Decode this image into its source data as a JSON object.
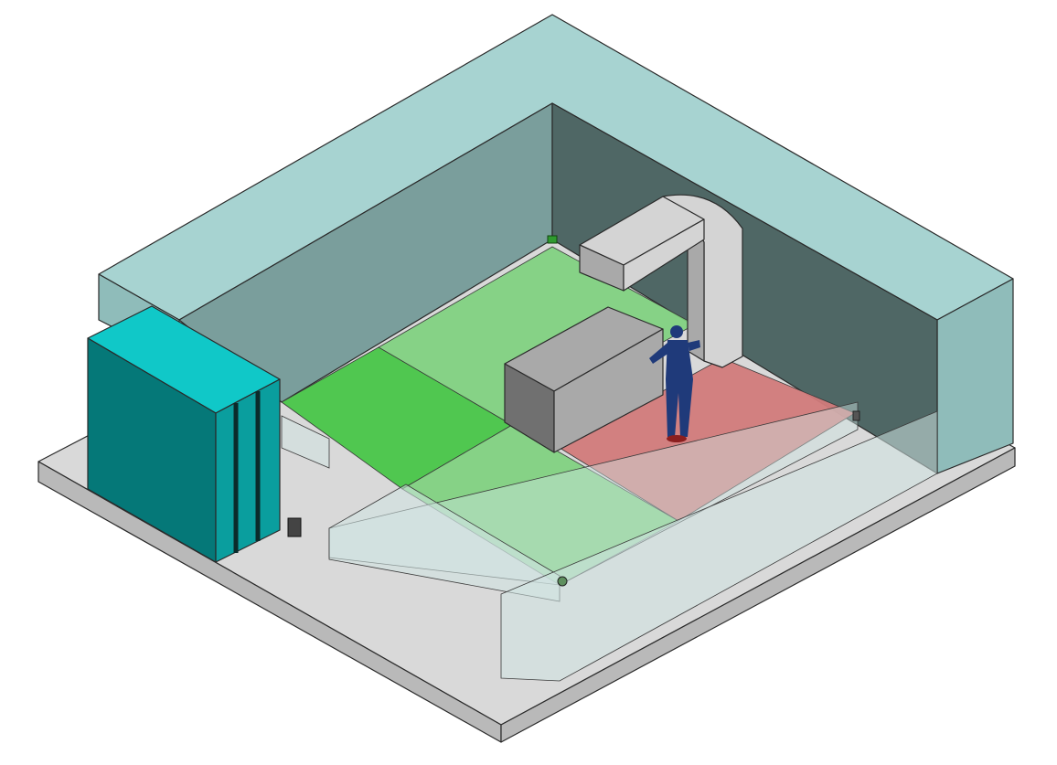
{
  "scene": {
    "kind": "isometric-radiotherapy-room",
    "colors": {
      "background": "#ffffff",
      "slab_top": "#d9d9d9",
      "slab_side": "#b9b9b9",
      "shield_top": "#a7d3d1",
      "shield_side": "#8fbcba",
      "inner_wall_left": "#7a9e9c",
      "inner_wall_back": "#4f6765",
      "zone_green": "#7cd07c",
      "zone_green_bright": "#49c649",
      "zone_red": "#d27b7b",
      "cabinet_top": "#10c8c8",
      "cabinet_front": "#057878",
      "cabinet_side": "#0a9e9e",
      "machine_light": "#d4d4d4",
      "machine_mid": "#a9a9a9",
      "machine_dark": "#707070",
      "person": "#1f3a7a",
      "glass": "#cfe4e2"
    },
    "icons": {
      "detector_box": "square-sensor-icon",
      "ceiling_sensor": "green-sensor-icon",
      "floor_sensor": "round-sensor-icon"
    },
    "objects": {
      "gantry": "linear-accelerator",
      "couch": "treatment-couch",
      "operator": "person-figure",
      "cabinet": "equipment-cabinet"
    }
  }
}
